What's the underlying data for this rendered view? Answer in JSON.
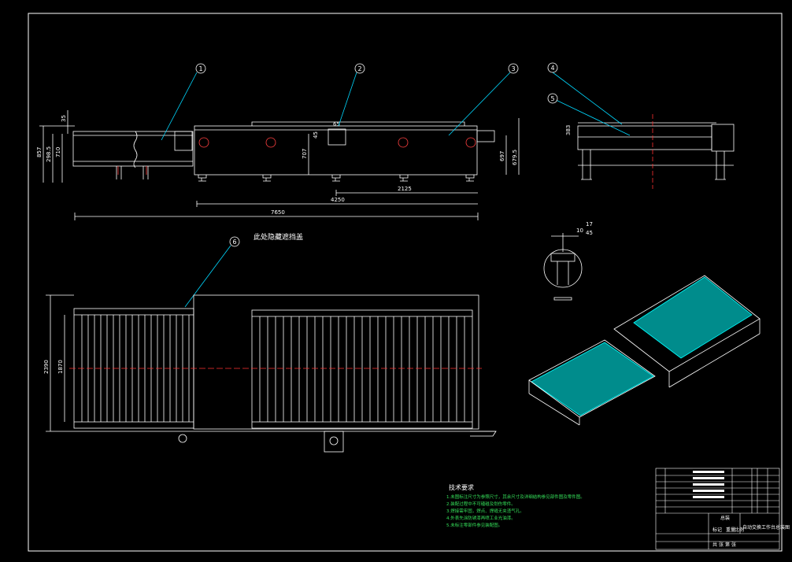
{
  "colors": {
    "background": "#000000",
    "outline": "#ffffff",
    "leader": "#00d8ff",
    "hatch": "#00ffff",
    "center_line": "#ff3030",
    "part_red": "#ff4040",
    "text_green": "#35e05a"
  },
  "front_view": {
    "dimensions": {
      "overall_length": "7650",
      "inner_length": "4250",
      "spacing": "2125",
      "height_total": "857",
      "height_a": "298.5",
      "height_b": "710",
      "height_c": "35",
      "mid_height": "707",
      "right_height_a": "697",
      "right_height_b": "679.5",
      "small_a": "45",
      "small_b": "65"
    }
  },
  "side_view": {
    "dimensions": {
      "left_height": "383"
    }
  },
  "balloons": [
    "1",
    "2",
    "3",
    "4",
    "5",
    "6"
  ],
  "top_view": {
    "note": "此处隐藏遮挡盖",
    "dimensions": {
      "width_total": "2390",
      "width_inner": "1870"
    }
  },
  "detail_view": {
    "dimensions": {
      "a": "17",
      "b": "10",
      "c": "45"
    }
  },
  "tech_requirements": {
    "title": "技术要求",
    "items": [
      "1.未图标注尺寸为参照尺寸，其余尺寸及详细结构参见部件图及零件图。",
      "2.装配过程中不可磕碰及划伤零件。",
      "3.焊接需牢固，焊点、焊缝无夹渣气孔。",
      "4.外表先涂防锈漆再喷工业光油漆。",
      "5.未标注零部件参见装配图。"
    ]
  },
  "title_block": {
    "drawing_title": "自动交换工作台总装图",
    "material_label": "总装",
    "scale_labels": [
      "标记",
      "重量",
      "比例"
    ],
    "bottom_labels": [
      "共",
      "张",
      "第",
      "张"
    ]
  }
}
